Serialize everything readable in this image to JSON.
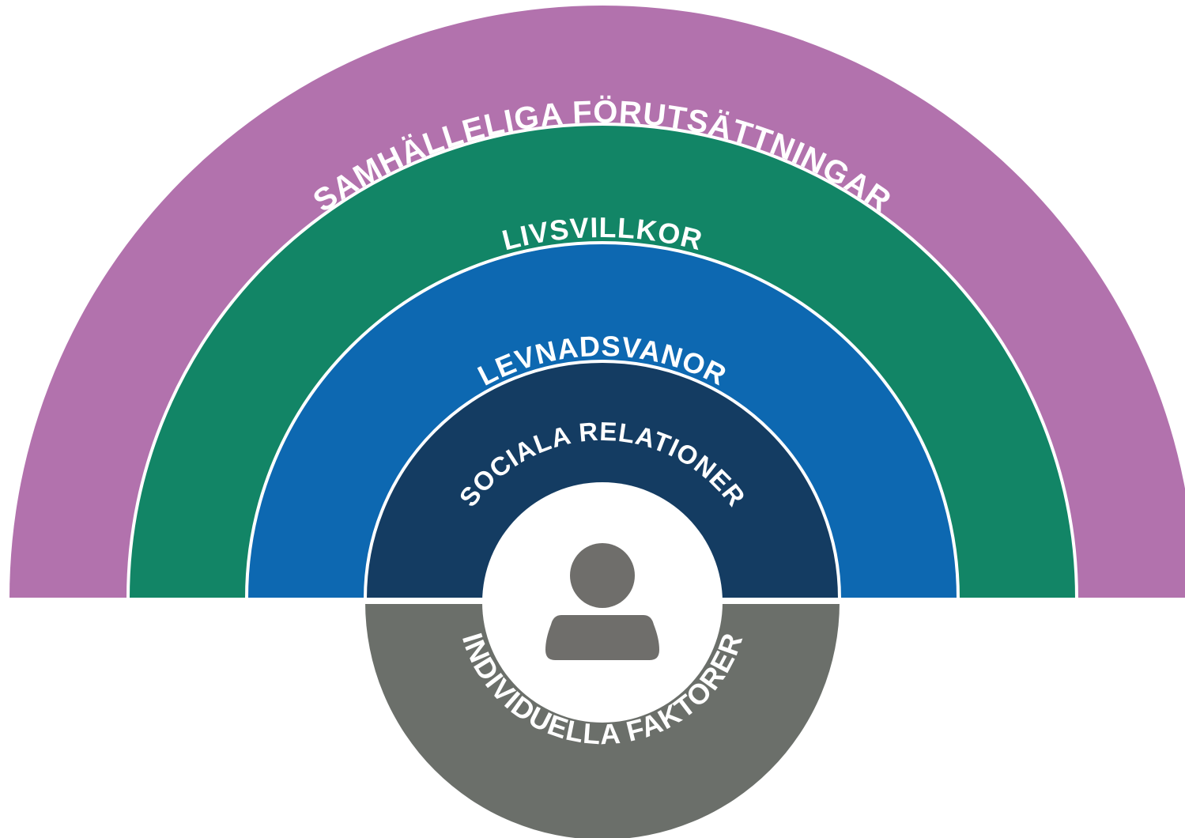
{
  "layers": [
    {
      "key": "samhalleliga",
      "label": "SAMHÄLLELIGA FÖRUTSÄTTNINGAR",
      "color": "#b272ad"
    },
    {
      "key": "livsvillkor",
      "label": "LIVSVILLKOR",
      "color": "#128566"
    },
    {
      "key": "levnadsvanor",
      "label": "LEVNADSVANOR",
      "color": "#0d68b1"
    },
    {
      "key": "sociala",
      "label": "SOCIALA RELATIONER",
      "color": "#143c62"
    },
    {
      "key": "individuella",
      "label": "INDIVIDUELLA FAKTORER",
      "color": "#6b6f6a"
    }
  ],
  "center": {
    "icon": "person-icon",
    "icon_color": "#6f6e6b",
    "background": "#ffffff"
  },
  "separator_color": "#ffffff"
}
